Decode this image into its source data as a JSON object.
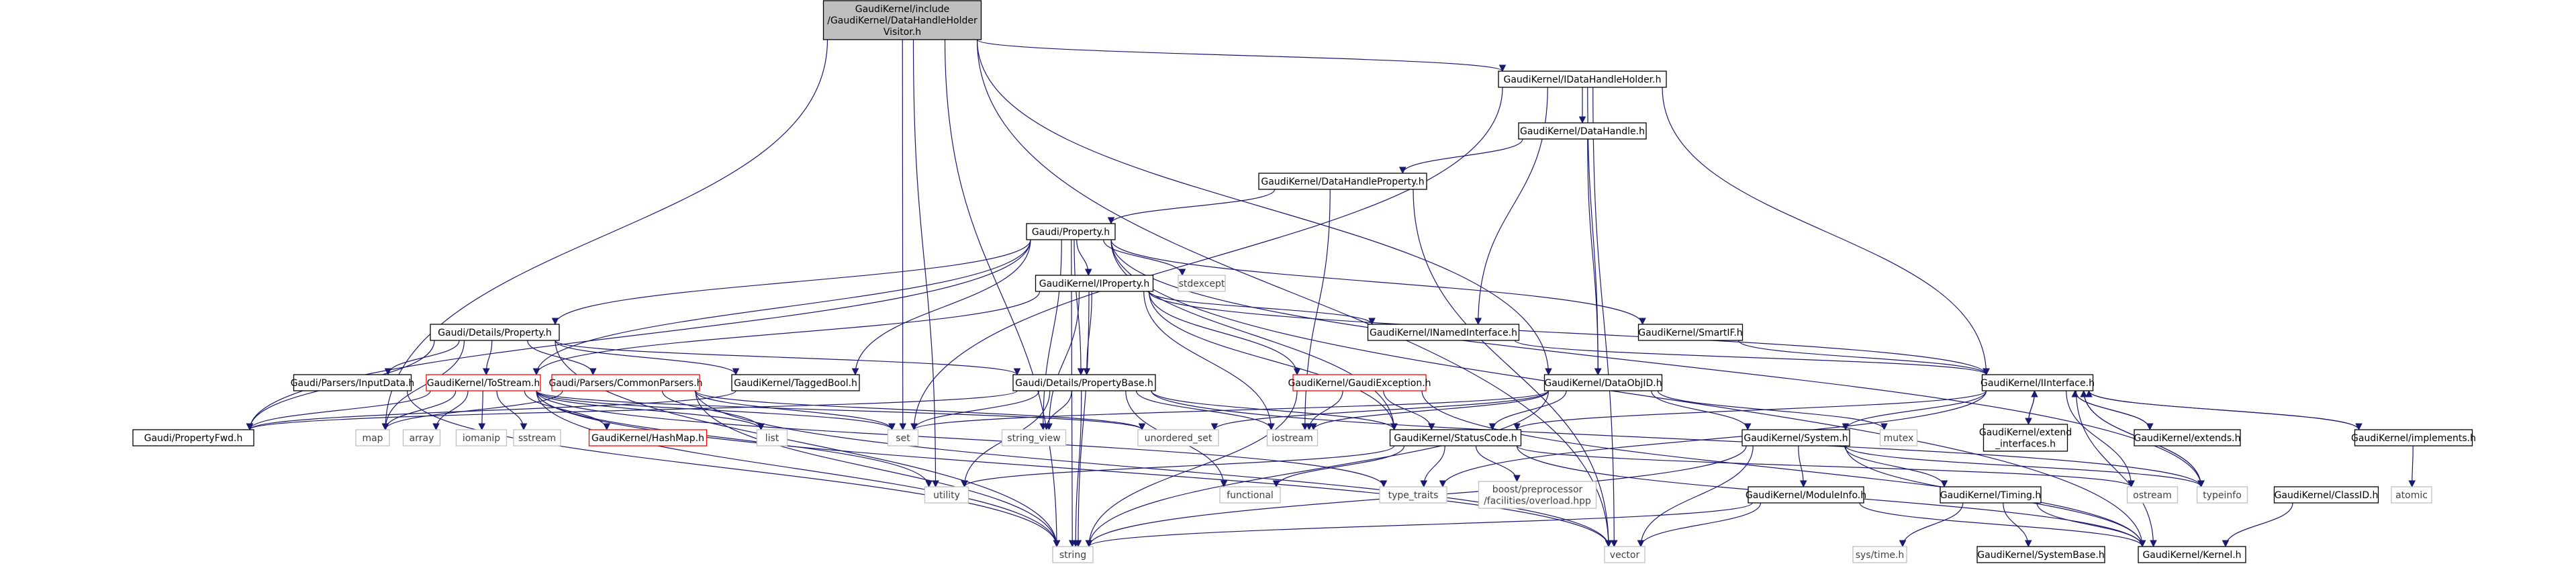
{
  "nodes": {
    "root": [
      "GaudiKernel/include",
      "/GaudiKernel/DataHandleHolder",
      "Visitor.h"
    ],
    "idataholder": [
      "GaudiKernel/IDataHandleHolder.h"
    ],
    "datahandle": [
      "GaudiKernel/DataHandle.h"
    ],
    "dhproperty": [
      "GaudiKernel/DataHandleProperty.h"
    ],
    "property": [
      "Gaudi/Property.h"
    ],
    "iproperty": [
      "GaudiKernel/IProperty.h"
    ],
    "stdexcept": [
      "stdexcept"
    ],
    "details": [
      "Gaudi/Details/Property.h"
    ],
    "inamed": [
      "GaudiKernel/INamedInterface.h"
    ],
    "smartif": [
      "GaudiKernel/SmartIF.h"
    ],
    "inputdata": [
      "Gaudi/Parsers/InputData.h"
    ],
    "tostream": [
      "GaudiKernel/ToStream.h"
    ],
    "commonparsers": [
      "Gaudi/Parsers/CommonParsers.h"
    ],
    "taggedbool": [
      "GaudiKernel/TaggedBool.h"
    ],
    "propbase": [
      "Gaudi/Details/PropertyBase.h"
    ],
    "gexception": [
      "GaudiKernel/GaudiException.h"
    ],
    "dataobjid": [
      "GaudiKernel/DataObjID.h"
    ],
    "iinterface": [
      "GaudiKernel/IInterface.h"
    ],
    "propfwd": [
      "Gaudi/PropertyFwd.h"
    ],
    "map": [
      "map"
    ],
    "array": [
      "array"
    ],
    "iomanip": [
      "iomanip"
    ],
    "sstream": [
      "sstream"
    ],
    "hashmap": [
      "GaudiKernel/HashMap.h"
    ],
    "list": [
      "list"
    ],
    "set": [
      "set"
    ],
    "string_view": [
      "string_view"
    ],
    "unordered_set": [
      "unordered_set"
    ],
    "iostream": [
      "iostream"
    ],
    "statuscode": [
      "GaudiKernel/StatusCode.h"
    ],
    "mutex": [
      "mutex"
    ],
    "system": [
      "GaudiKernel/System.h"
    ],
    "extendif": [
      "GaudiKernel/extend",
      "_interfaces.h"
    ],
    "extends": [
      "GaudiKernel/extends.h"
    ],
    "implements": [
      "GaudiKernel/implements.h"
    ],
    "utility": [
      "utility"
    ],
    "functional": [
      "functional"
    ],
    "type_traits": [
      "type_traits"
    ],
    "boostoverload": [
      "boost/preprocessor",
      "/facilities/overload.hpp"
    ],
    "ostream": [
      "ostream"
    ],
    "typeinfo": [
      "typeinfo"
    ],
    "classid": [
      "GaudiKernel/ClassID.h"
    ],
    "atomic": [
      "atomic"
    ],
    "moduleinfo": [
      "GaudiKernel/ModuleInfo.h"
    ],
    "timing": [
      "GaudiKernel/Timing.h"
    ],
    "string": [
      "string"
    ],
    "vector": [
      "vector"
    ],
    "systime": [
      "sys/time.h"
    ],
    "systembase": [
      "GaudiKernel/SystemBase.h"
    ],
    "kernel": [
      "GaudiKernel/Kernel.h"
    ]
  },
  "colors": {
    "edge": "#191970",
    "root_fill": "#bfbfbf",
    "system_border": "#bfbfbf",
    "undocumented_border": "#ff0000",
    "node_border": "#000000"
  }
}
